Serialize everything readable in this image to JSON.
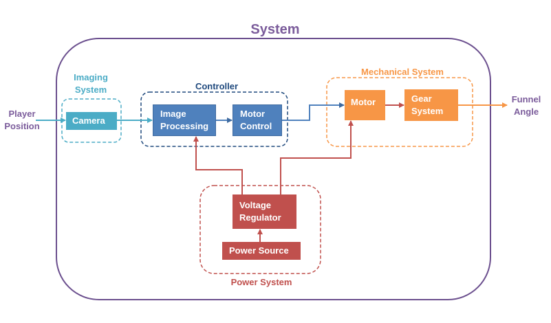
{
  "title": "System",
  "inputs": {
    "player_position": "Player\nPosition"
  },
  "outputs": {
    "funnel_angle": "Funnel\nAngle"
  },
  "groups": {
    "imaging": "Imaging\nSystem",
    "controller": "Controller",
    "mechanical": "Mechanical System",
    "power": "Power System"
  },
  "blocks": {
    "camera": "Camera",
    "image_processing": "Image\nProcessing",
    "motor_control": "Motor\nControl",
    "motor": "Motor",
    "gear_system": "Gear\nSystem",
    "voltage_regulator": "Voltage\nRegulator",
    "power_source": "Power Source"
  },
  "colors": {
    "system": "#7b5c9b",
    "imaging": "#4bacc6",
    "controller": "#1f497d",
    "controller_box": "#4f81bd",
    "mechanical": "#f79646",
    "power": "#c0504d"
  }
}
